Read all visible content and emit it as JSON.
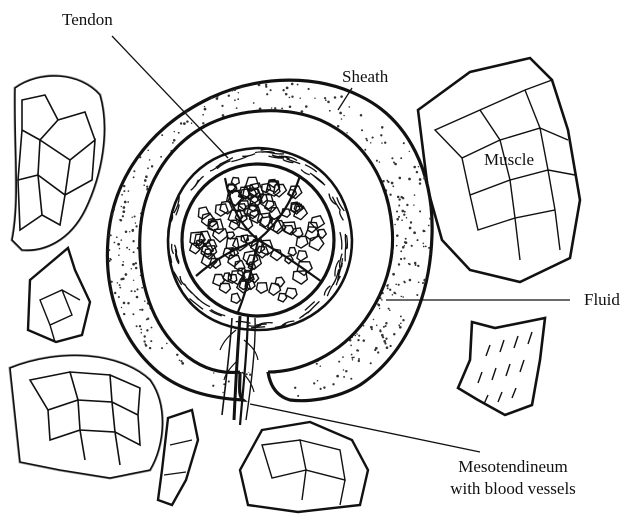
{
  "diagram": {
    "labels": {
      "tendon": "Tendon",
      "sheath": "Sheath",
      "muscle": "Muscle",
      "fluid": "Fluid",
      "mesotendineum_line1": "Mesotendineum",
      "mesotendineum_line2": "with blood vessels"
    },
    "colors": {
      "ink": "#111111",
      "background": "#ffffff",
      "paper_fill": "#ffffff"
    }
  }
}
